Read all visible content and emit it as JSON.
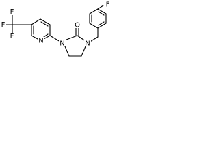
{
  "molecule": {
    "atom_labels": {
      "fluorine_top": "F",
      "fluorine_cf3_top": "F",
      "fluorine_cf3_left": "F",
      "fluorine_cf3_bottom": "F",
      "oxygen_carbonyl": "O",
      "nitrogen_pyridine": "N",
      "nitrogen_imidazolidinone_left": "N",
      "nitrogen_imidazolidinone_right": "N"
    },
    "colors": {
      "bond": "#000000",
      "label": "#000000",
      "background": "#ffffff"
    }
  }
}
